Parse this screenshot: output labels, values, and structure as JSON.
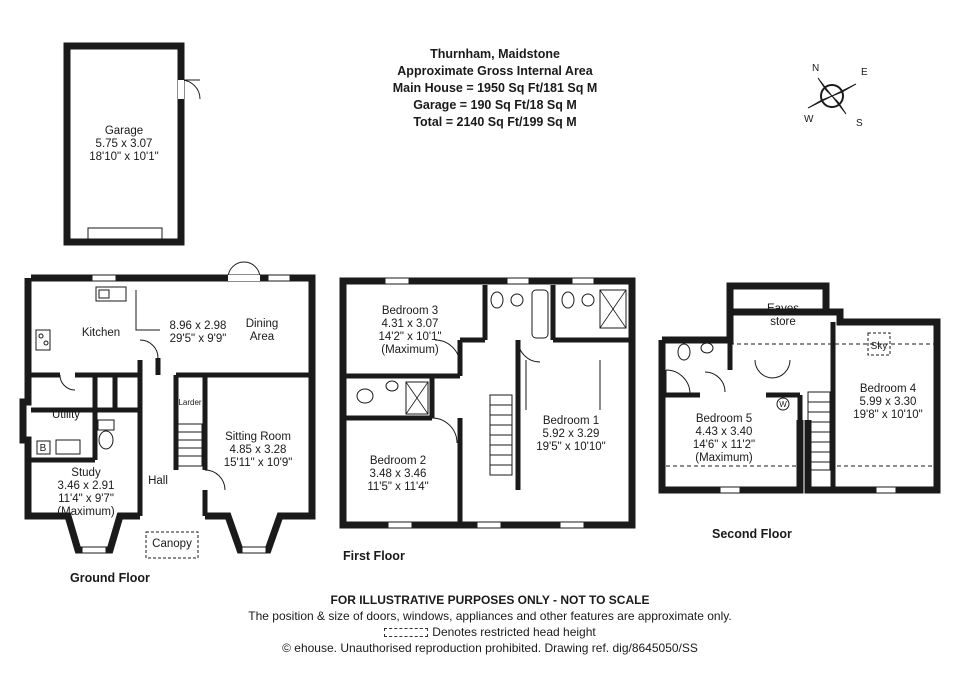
{
  "header": {
    "title": "Thurnham, Maidstone",
    "subtitle": "Approximate Gross Internal Area",
    "main_house": "Main House = 1950 Sq Ft/181 Sq M",
    "garage": "Garage = 190 Sq Ft/18 Sq M",
    "total": "Total = 2140 Sq Ft/199 Sq M"
  },
  "compass": {
    "n": "N",
    "e": "E",
    "s": "S",
    "w": "W"
  },
  "rooms": {
    "garage": {
      "name": "Garage",
      "metric": "5.75 x 3.07",
      "imperial": "18'10\" x 10'1\""
    },
    "kitchen": {
      "name": "Kitchen"
    },
    "kitchen_dining": {
      "metric": "8.96 x 2.98",
      "imperial": "29'5\" x 9'9\""
    },
    "dining": {
      "line1": "Dining",
      "line2": "Area"
    },
    "utility": {
      "name": "Utility"
    },
    "boiler": {
      "name": "B"
    },
    "larder": {
      "name": "Larder"
    },
    "sitting": {
      "name": "Sitting Room",
      "metric": "4.85 x 3.28",
      "imperial": "15'11\" x 10'9\""
    },
    "study": {
      "name": "Study",
      "metric": "3.46 x 2.91",
      "imperial": "11'4\" x 9'7\"",
      "note": "(Maximum)"
    },
    "hall": {
      "name": "Hall"
    },
    "canopy": {
      "name": "Canopy"
    },
    "bedroom3": {
      "name": "Bedroom 3",
      "metric": "4.31 x 3.07",
      "imperial": "14'2\" x 10'1\"",
      "note": "(Maximum)"
    },
    "bedroom2": {
      "name": "Bedroom 2",
      "metric": "3.48 x 3.46",
      "imperial": "11'5\" x 11'4\""
    },
    "bedroom1": {
      "name": "Bedroom 1",
      "metric": "5.92 x 3.29",
      "imperial": "19'5\" x 10'10\""
    },
    "eaves": {
      "line1": "Eaves",
      "line2": "store"
    },
    "sky": {
      "name": "Sky"
    },
    "washer": {
      "name": "W"
    },
    "bedroom4": {
      "name": "Bedroom 4",
      "metric": "5.99 x 3.30",
      "imperial": "19'8\" x 10'10\""
    },
    "bedroom5": {
      "name": "Bedroom 5",
      "metric": "4.43 x 3.40",
      "imperial": "14'6\" x 11'2\"",
      "note": "(Maximum)"
    }
  },
  "floors": {
    "ground": "Ground Floor",
    "first": "First Floor",
    "second": "Second Floor"
  },
  "footer": {
    "disclaimer": "FOR ILLUSTRATIVE PURPOSES ONLY - NOT TO SCALE",
    "position_note": "The position & size of doors, windows, appliances and other features are approximate only.",
    "restricted_note": "Denotes restricted head height",
    "copyright": "© ehouse. Unauthorised reproduction prohibited. Drawing ref. dig/8645050/SS"
  }
}
